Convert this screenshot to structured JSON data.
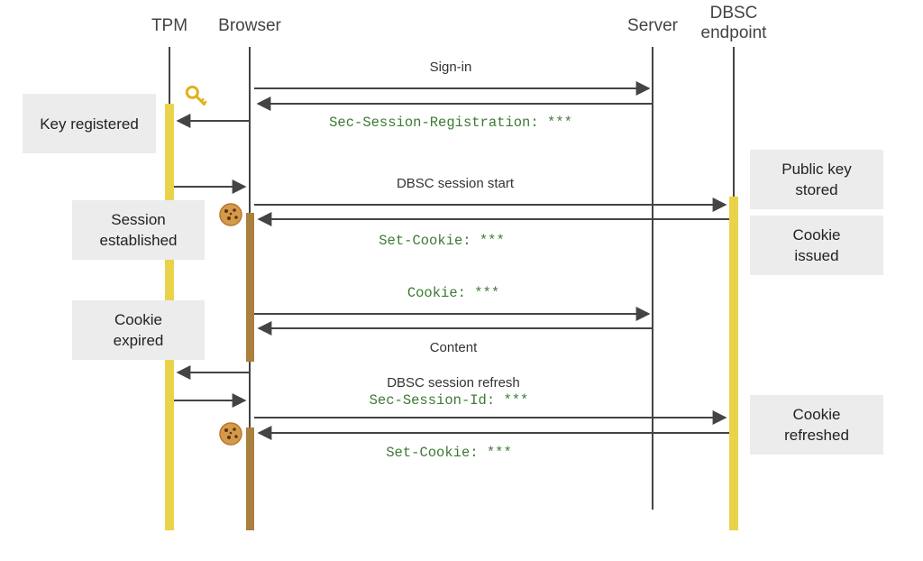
{
  "participants": {
    "tpm": "TPM",
    "browser": "Browser",
    "server": "Server",
    "dbsc_line1": "DBSC",
    "dbsc_line2": "endpoint"
  },
  "notes": {
    "key_registered": "Key registered",
    "session_established": "Session\nestablished",
    "cookie_expired": "Cookie\nexpired",
    "public_key_stored": "Public key\nstored",
    "cookie_issued": "Cookie\nissued",
    "cookie_refreshed": "Cookie\nrefreshed"
  },
  "messages": {
    "sign_in": "Sign-in",
    "sec_session_registration": "Sec-Session-Registration: ***",
    "dbsc_session_start": "DBSC session start",
    "set_cookie_1": "Set-Cookie: ***",
    "cookie_request": "Cookie: ***",
    "content": "Content",
    "dbsc_session_refresh": "DBSC session refresh",
    "sec_session_id": "Sec-Session-Id: ***",
    "set_cookie_2": "Set-Cookie: ***"
  },
  "icons": {
    "key": "key-icon",
    "cookie": "cookie-icon"
  },
  "colors": {
    "yellow_bar": "#ead24b",
    "brown_bar": "#a9803d",
    "code_text": "#3d7a34",
    "note_bg": "#ececec",
    "arrow": "#444444"
  }
}
